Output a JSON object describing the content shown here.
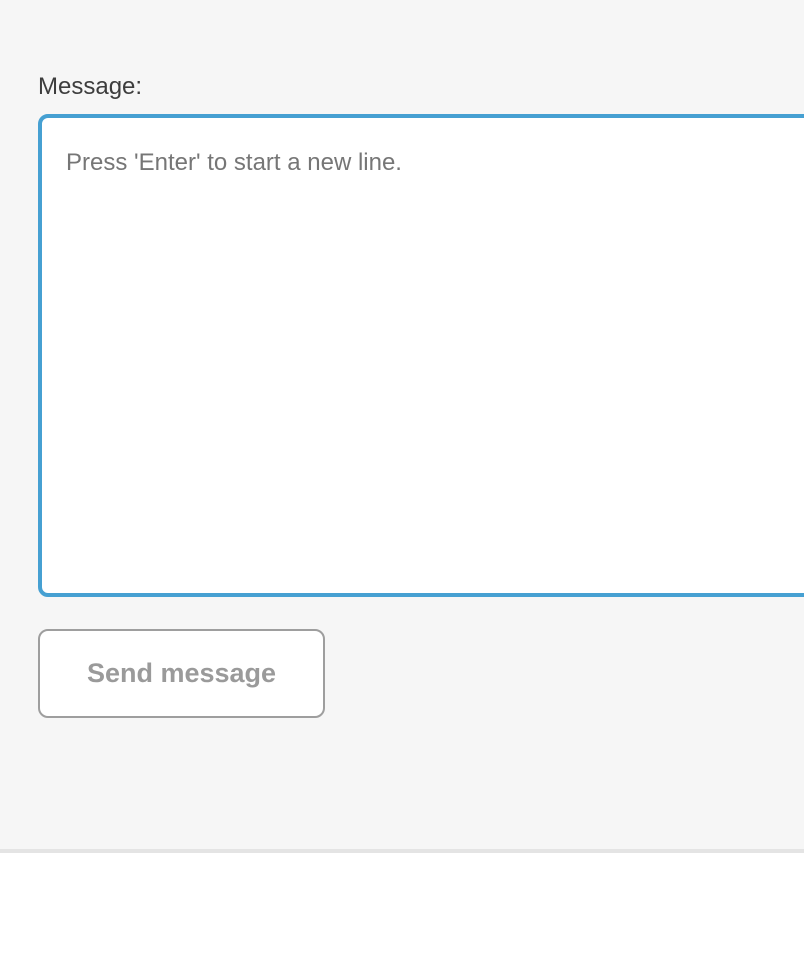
{
  "form": {
    "label": "Message:",
    "textarea": {
      "placeholder": "Press 'Enter' to start a new line.",
      "value": ""
    },
    "button_label": "Send message"
  },
  "colors": {
    "page_background": "#f6f6f6",
    "textarea_border_focus": "#46a0d2",
    "textarea_background": "#ffffff",
    "placeholder_text": "#767676",
    "label_text": "#3d3d3d",
    "button_border": "#9e9e9e",
    "button_text": "#9a9a9a",
    "button_background": "#ffffff",
    "divider": "#e4e4e4",
    "lower_background": "#ffffff"
  }
}
